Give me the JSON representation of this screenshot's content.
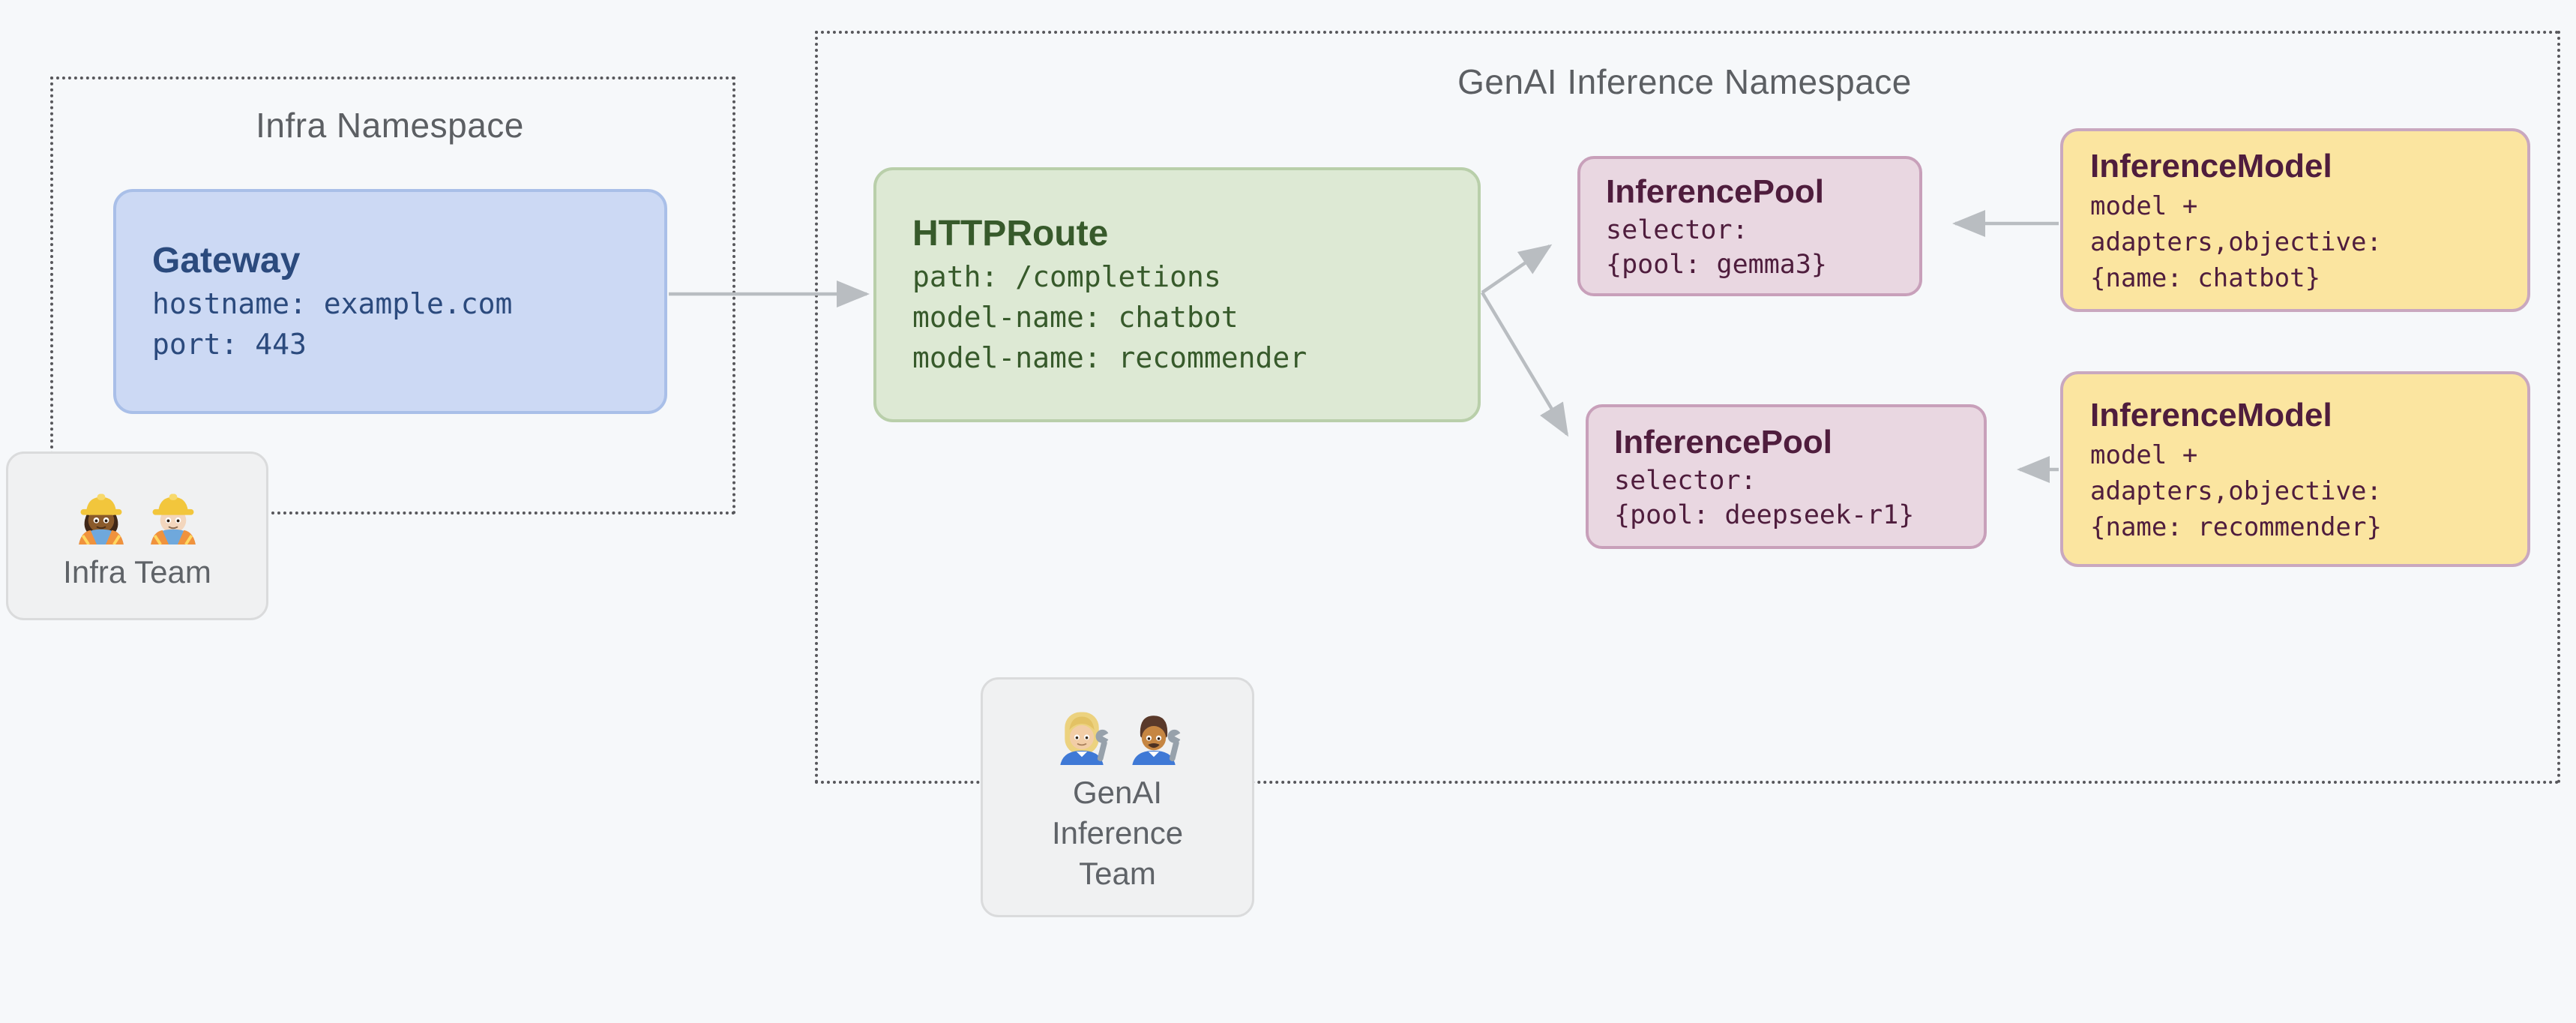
{
  "infra_namespace": {
    "title": "Infra Namespace"
  },
  "genai_namespace": {
    "title": "GenAI Inference Namespace"
  },
  "nodes": {
    "gateway": {
      "title": "Gateway",
      "lines": [
        "hostname: example.com",
        "port: 443"
      ]
    },
    "httproute": {
      "title": "HTTPRoute",
      "lines": [
        "path: /completions",
        "model-name: chatbot",
        "model-name: recommender"
      ]
    },
    "inference_pool_1": {
      "title": "InferencePool",
      "lines": [
        "selector:",
        "{pool: gemma3}"
      ]
    },
    "inference_model_1": {
      "title": "InferenceModel",
      "lines": [
        "model +",
        "adapters,objective:",
        "{name: chatbot}"
      ]
    },
    "inference_pool_2": {
      "title": "InferencePool",
      "lines": [
        "selector:",
        "{pool: deepseek-r1}"
      ]
    },
    "inference_model_2": {
      "title": "InferenceModel",
      "lines": [
        "model +",
        "adapters,objective:",
        "{name: recommender}"
      ]
    },
    "infra_team": {
      "label": "Infra Team",
      "icons": [
        {
          "name": "woman-construction-worker-emoji",
          "glyph": "👷🏾‍♀️"
        },
        {
          "name": "man-construction-worker-emoji",
          "glyph": "👷🏻"
        }
      ]
    },
    "genai_team": {
      "label": "GenAI Inference Team",
      "icons": [
        {
          "name": "woman-mechanic-emoji",
          "glyph": "👩🏼‍🔧"
        },
        {
          "name": "man-mechanic-emoji",
          "glyph": "👨🏽‍🔧"
        }
      ]
    }
  },
  "edges": [
    {
      "from": "gateway",
      "to": "httproute"
    },
    {
      "from": "httproute",
      "to": "inference_pool_1"
    },
    {
      "from": "httproute",
      "to": "inference_pool_2"
    },
    {
      "from": "inference_model_1",
      "to": "inference_pool_1"
    },
    {
      "from": "inference_model_2",
      "to": "inference_pool_2"
    }
  ],
  "colors": {
    "background": "#f6f8fa",
    "namespace_border": "#57575b",
    "namespace_title": "#5c5f63",
    "gateway_fill": "#ccd9f4",
    "gateway_border": "#a9bfe8",
    "gateway_text": "#2b4a7d",
    "httproute_fill": "#dde9d4",
    "httproute_border": "#b9cfaa",
    "httproute_text": "#375a2b",
    "inference_pool_fill": "#e9d7e1",
    "inference_pool_border": "#c8a0ba",
    "inference_model_fill": "#fbe5a0",
    "inference_model_border": "#c9a8bf",
    "inference_text": "#4f1d3d",
    "team_fill": "#f0f1f2",
    "team_border": "#dadbdc",
    "team_text": "#5f6368",
    "arrow": "#b9bdc1"
  }
}
